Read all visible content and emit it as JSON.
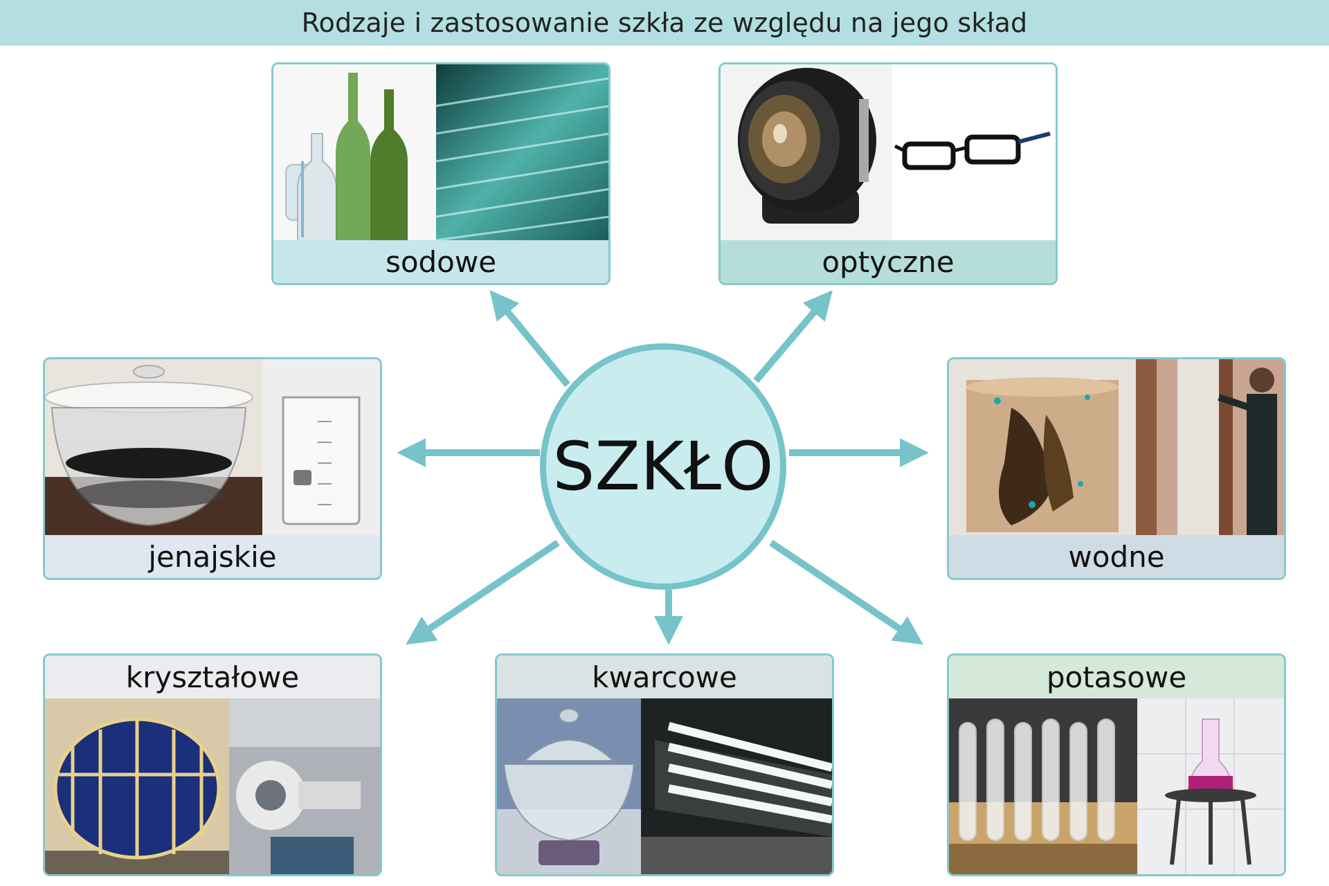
{
  "title": "Rodzaje i zastosowanie szkła ze względu na jego skład",
  "center_label": "SZKŁO",
  "categories": [
    {
      "label": "sodowe",
      "images": [
        "glass-bottles",
        "glass-panes"
      ],
      "label_bg": "#c6e6eb"
    },
    {
      "label": "optyczne",
      "images": [
        "camera-lens",
        "eyeglasses"
      ],
      "label_bg": "#b5dedb"
    },
    {
      "label": "jenajskie",
      "images": [
        "glass-bowl-with-lid",
        "laboratory-beaker"
      ],
      "label_bg": "#dfe7f1"
    },
    {
      "label": "wodne",
      "images": [
        "chemical-garden-jar",
        "worker-painting-wall"
      ],
      "label_bg": "#cfdce6"
    },
    {
      "label": "kryształowe",
      "images": [
        "crystal-vase",
        "mri-room-window"
      ],
      "label_bg": "#ecebef"
    },
    {
      "label": "kwarcowe",
      "images": [
        "desiccator",
        "fluorescent-lamps"
      ],
      "label_bg": "#d9e3e3"
    },
    {
      "label": "potasowe",
      "images": [
        "test-tubes-in-rack",
        "flask-on-stand"
      ],
      "label_bg": "#d4e9da"
    }
  ],
  "colors": {
    "accent": "#76c3c9",
    "title_bar": "#b3dfe2",
    "center_fill": "#c9ecef"
  }
}
